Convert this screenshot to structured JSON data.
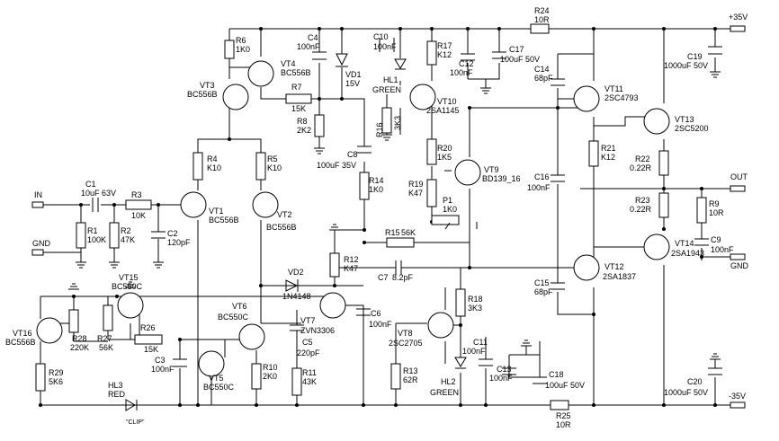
{
  "rails": {
    "pos": "+35V",
    "neg": "-35V",
    "out": "OUT",
    "gnd": "GND",
    "in": "IN",
    "gnd_in": "GND"
  },
  "parts": {
    "R1": {
      "name": "R1",
      "val": "100K"
    },
    "R2": {
      "name": "R2",
      "val": "47K"
    },
    "R3": {
      "name": "R3",
      "val": "10K"
    },
    "R4": {
      "name": "R4",
      "val": "K10"
    },
    "R5": {
      "name": "R5",
      "val": "K10"
    },
    "R6": {
      "name": "R6",
      "val": "1K0"
    },
    "R7": {
      "name": "R7",
      "val": "15K"
    },
    "R8": {
      "name": "R8",
      "val": "2K2"
    },
    "R9": {
      "name": "R9",
      "val": "10R"
    },
    "R10": {
      "name": "R10",
      "val": "2K0"
    },
    "R11": {
      "name": "R11",
      "val": "43K"
    },
    "R12": {
      "name": "R12",
      "val": "K47"
    },
    "R13": {
      "name": "R13",
      "val": "62R"
    },
    "R14": {
      "name": "R14",
      "val": "1K0"
    },
    "R15": {
      "name": "R15",
      "val": "56K"
    },
    "R16": {
      "name": "R16",
      "val": "3K3"
    },
    "R17": {
      "name": "R17",
      "val": "K12"
    },
    "R18": {
      "name": "R18",
      "val": "3K3"
    },
    "R19": {
      "name": "R19",
      "val": "K47"
    },
    "R20": {
      "name": "R20",
      "val": "1K5"
    },
    "R21": {
      "name": "R21",
      "val": "K12"
    },
    "R22": {
      "name": "R22",
      "val": "0.22R"
    },
    "R23": {
      "name": "R23",
      "val": "0.22R"
    },
    "R24": {
      "name": "R24",
      "val": "10R"
    },
    "R25": {
      "name": "R25",
      "val": "10R"
    },
    "R26": {
      "name": "R26",
      "val": "15K"
    },
    "R27": {
      "name": "R27",
      "val": "56K"
    },
    "R28": {
      "name": "R28",
      "val": "220K"
    },
    "R29": {
      "name": "R29",
      "val": "5K6"
    },
    "P1": {
      "name": "P1",
      "val": "1K0"
    },
    "C1": {
      "name": "C1",
      "val": "10uF 63V"
    },
    "C2": {
      "name": "C2",
      "val": "120pF"
    },
    "C3": {
      "name": "C3",
      "val": "100nF"
    },
    "C4": {
      "name": "C4",
      "val": "100nF"
    },
    "C5": {
      "name": "C5",
      "val": "220pF"
    },
    "C6": {
      "name": "C6",
      "val": "100nF"
    },
    "C7": {
      "name": "C7",
      "val": "8.2pF"
    },
    "C8": {
      "name": "C8",
      "val": "100uF 35V"
    },
    "C9": {
      "name": "C9",
      "val": "100nF"
    },
    "C10": {
      "name": "C10",
      "val": "100nF"
    },
    "C11": {
      "name": "C11",
      "val": "100nF"
    },
    "C12": {
      "name": "C12",
      "val": "100nF"
    },
    "C13": {
      "name": "C13",
      "val": "100nF"
    },
    "C14": {
      "name": "C14",
      "val": "68pF"
    },
    "C15": {
      "name": "C15",
      "val": "68pF"
    },
    "C16": {
      "name": "C16",
      "val": "100nF"
    },
    "C17": {
      "name": "C17",
      "val": "100uF 50V"
    },
    "C18": {
      "name": "C18",
      "val": "100uF 50V"
    },
    "C19": {
      "name": "C19",
      "val": "1000uF 50V"
    },
    "C20": {
      "name": "C20",
      "val": "1000uF 50V"
    },
    "VT1": {
      "name": "VT1",
      "val": "BC556B"
    },
    "VT2": {
      "name": "VT2",
      "val": "BC556B"
    },
    "VT3": {
      "name": "VT3",
      "val": "BC556B"
    },
    "VT4": {
      "name": "VT4",
      "val": "BC556B"
    },
    "VT5": {
      "name": "VT5",
      "val": "BC550C"
    },
    "VT6": {
      "name": "VT6",
      "val": "BC550C"
    },
    "VT7": {
      "name": "VT7",
      "val": "ZVN3306"
    },
    "VT8": {
      "name": "VT8",
      "val": "2SC2705"
    },
    "VT9": {
      "name": "VT9",
      "val": "BD139_16"
    },
    "VT10": {
      "name": "VT10",
      "val": "2SA1145"
    },
    "VT11": {
      "name": "VT11",
      "val": "2SC4793"
    },
    "VT12": {
      "name": "VT12",
      "val": "2SA1837"
    },
    "VT13": {
      "name": "VT13",
      "val": "2SC5200"
    },
    "VT14": {
      "name": "VT14",
      "val": "2SA1943"
    },
    "VT15": {
      "name": "VT15",
      "val": "BC550C"
    },
    "VT16": {
      "name": "VT16",
      "val": "BC556B"
    },
    "VD1": {
      "name": "VD1",
      "val": "15V"
    },
    "VD2": {
      "name": "VD2",
      "val": "1N4148"
    },
    "HL1": {
      "name": "HL1",
      "val": "GREEN"
    },
    "HL2": {
      "name": "HL2",
      "val": "GREEN"
    },
    "HL3": {
      "name": "HL3",
      "val": "RED",
      "extra": "\"CLIP\""
    }
  }
}
